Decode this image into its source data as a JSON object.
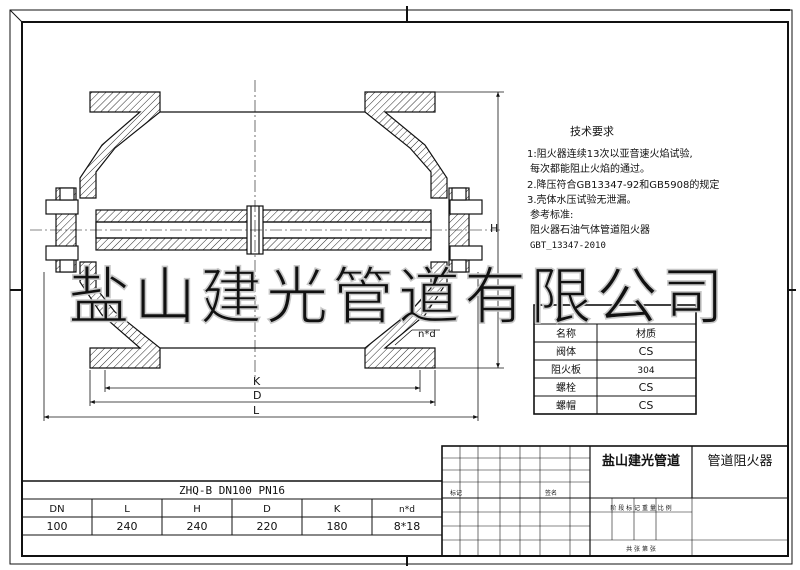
{
  "watermark": "盐山建光管道有限公司",
  "tech": {
    "title": "技术要求",
    "lines": [
      "1:阻火器连续13次以亚音速火焰试验,",
      "每次都能阻止火焰的通过。",
      "2.降压符合GB13347-92和GB5908的规定",
      "3.壳体水压试验无泄漏。",
      "参考标准:",
      "阻火器石油气体管道阻火器",
      "GBT_13347-2010"
    ]
  },
  "materials": {
    "headers": [
      "名称",
      "材质"
    ],
    "rows": [
      [
        "阀体",
        "CS"
      ],
      [
        "阻火板",
        "304"
      ],
      [
        "螺栓",
        "CS"
      ],
      [
        "螺帽",
        "CS"
      ]
    ]
  },
  "dims": {
    "k": "K",
    "d": "D",
    "l": "L",
    "h": "H",
    "nd": "n*d"
  },
  "spec": {
    "model": "ZHQ-B DN100   PN16",
    "headers": [
      "DN",
      "L",
      "H",
      "D",
      "K",
      "n*d"
    ],
    "values": [
      "100",
      "240",
      "240",
      "220",
      "180",
      "8*18"
    ]
  },
  "title_block": {
    "company": "盐山建光管道",
    "product": "管道阻火器",
    "label_left": "标记",
    "label_mid": "签名",
    "stage_row": "阶 段 标 记   重 量   比 例",
    "sheet_row": "共  张   第  张"
  }
}
